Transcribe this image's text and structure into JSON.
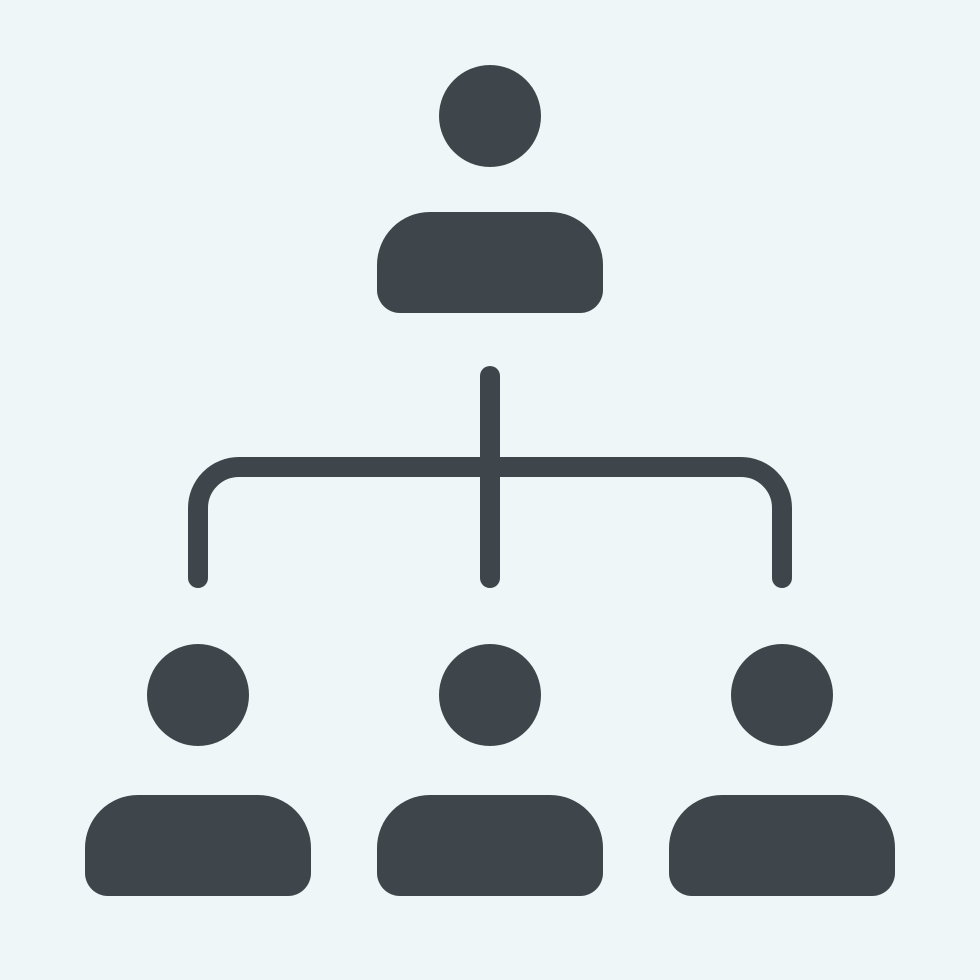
{
  "colors": {
    "background": "#eef6f8",
    "icon_fill": "#3e464b"
  },
  "icon": {
    "name": "org-hierarchy-icon",
    "nodes": [
      {
        "role": "top"
      },
      {
        "role": "child"
      },
      {
        "role": "child"
      },
      {
        "role": "child"
      }
    ]
  }
}
